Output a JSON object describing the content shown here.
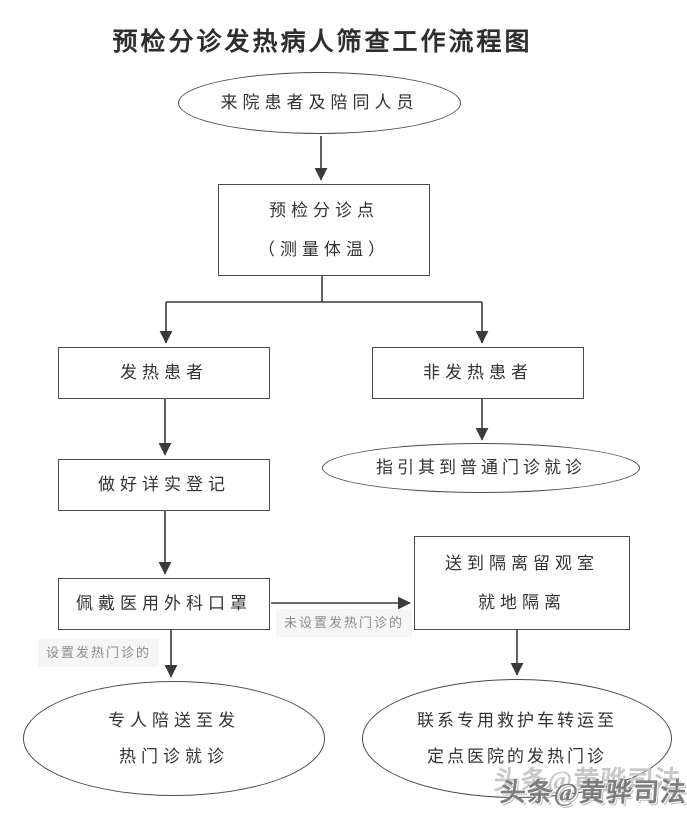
{
  "title": "预检分诊发热病人筛查工作流程图",
  "nodes": {
    "arrival": {
      "line1": "来院患者及陪同人员"
    },
    "triage": {
      "line1": "预检分诊点",
      "line2": "（测量体温）"
    },
    "fever": {
      "line1": "发热患者"
    },
    "non_fever": {
      "line1": "非发热患者"
    },
    "guide_normal": {
      "line1": "指引其到普通门诊就诊"
    },
    "register": {
      "line1": "做好详实登记"
    },
    "mask": {
      "line1": "佩戴医用外科口罩"
    },
    "isolation": {
      "line1": "送到隔离留观室",
      "line2": "就地隔离"
    },
    "escort": {
      "line1": "专人陪送至发",
      "line2": "热门诊就诊"
    },
    "ambulance": {
      "line1": "联系专用救护车转运至",
      "line2": "定点医院的发热门诊"
    }
  },
  "edge_labels": {
    "no_fever_clinic": "未设置发热门诊的",
    "has_fever_clinic": "设置发热门诊的"
  },
  "watermark": "头条@黄骅司法",
  "colors": {
    "line": "#3a3a3a",
    "border": "#4a4a4a",
    "text": "#333333",
    "label_text": "#8c8c8c",
    "label_bg": "#f6f6f6"
  }
}
